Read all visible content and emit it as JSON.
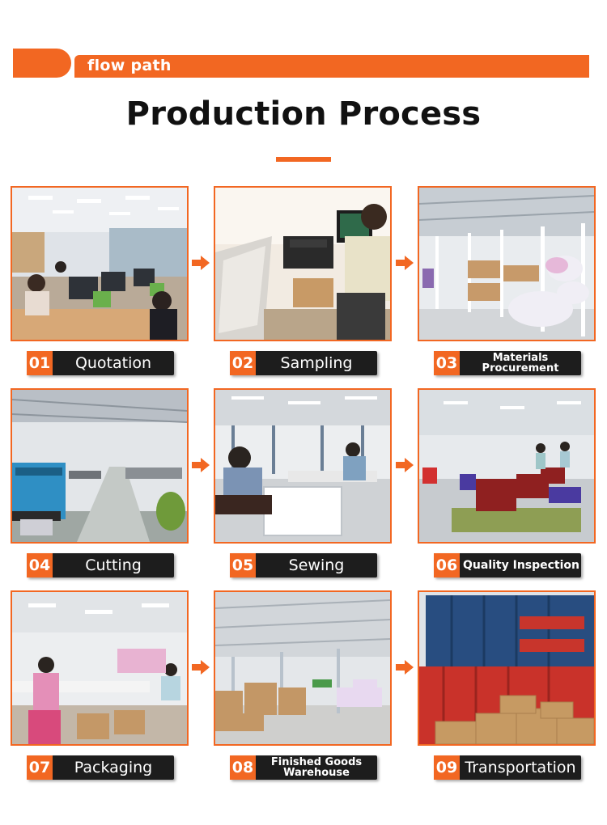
{
  "header": {
    "banner_label": "flow path",
    "title": "Production Process"
  },
  "steps": [
    {
      "number": "01",
      "label": "Quotation",
      "scene": "office"
    },
    {
      "number": "02",
      "label": "Sampling",
      "scene": "plotter"
    },
    {
      "number": "03",
      "label": "Materials Procurement",
      "scene": "warehouse-shelves"
    },
    {
      "number": "04",
      "label": "Cutting",
      "scene": "cutting-machine"
    },
    {
      "number": "05",
      "label": "Sewing",
      "scene": "sewing-line"
    },
    {
      "number": "06",
      "label": "Quality Inspection",
      "scene": "inspection-floor"
    },
    {
      "number": "07",
      "label": "Packaging",
      "scene": "packaging-line"
    },
    {
      "number": "08",
      "label": "Finished Goods Warehouse",
      "scene": "goods-warehouse"
    },
    {
      "number": "09",
      "label": "Transportation",
      "scene": "shipping-containers"
    }
  ],
  "colors": {
    "accent": "#f26722",
    "label_bg": "#1d1d1d",
    "title": "#111111"
  },
  "icons": {
    "flow_arrow": "arrow-right-icon"
  }
}
